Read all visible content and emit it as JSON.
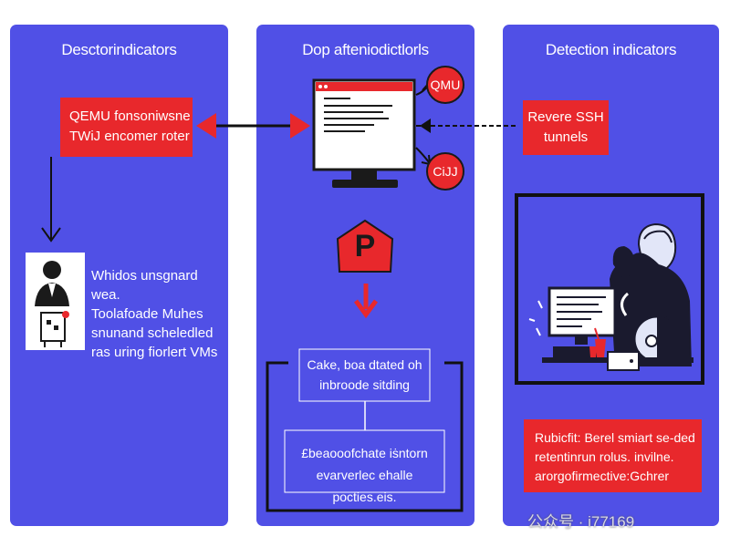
{
  "panels": [
    {
      "title": "Desctorindicators"
    },
    {
      "title": "Dop afteniodictlorls"
    },
    {
      "title": "Detection indicators"
    }
  ],
  "left": {
    "red_box": [
      "QEMU fonsoniwsne",
      "TWiJ encomer roter"
    ],
    "user_text": [
      "Whidos unsgnard wea.",
      "Toolafoade Muhes",
      "snunand scheledled",
      "ras uring fiorlert VMs"
    ]
  },
  "middle": {
    "badge_top": "QMU",
    "badge_bottom": "CiJJ",
    "pentagon_letter": "P",
    "box_upper": [
      "Cake, boa dtated oh",
      "inbroode sitding"
    ],
    "box_lower": [
      "£beaooofchate iṡntorn",
      "evarverlec ehalle pocties.eis."
    ]
  },
  "right": {
    "red_box": [
      "Revere SSH",
      "tunnels"
    ],
    "bottom_box": [
      "Rubicfit: Berel smiart se-ded",
      "retentinrun rolus. invilne.",
      "arorgofirmective:Gchrer"
    ]
  },
  "watermark": "公众号 · i77169",
  "colors": {
    "panel": "#5050e6",
    "accent_red": "#e8282c",
    "dark": "#1a1a2e",
    "white": "#ffffff"
  }
}
